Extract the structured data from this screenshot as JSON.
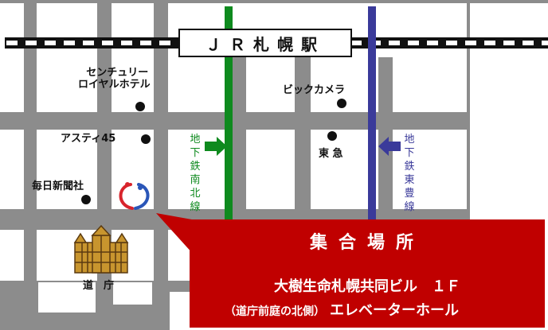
{
  "station": {
    "name": "ＪＲ札幌駅"
  },
  "landmarks": {
    "century_royal_hotel": [
      "センチュリー",
      "ロイヤルホテル"
    ],
    "bic_camera": "ビックカメラ",
    "asty45": "アスティ45",
    "tokyu": "東 急",
    "mainichi": "毎日新聞社",
    "dochou": "道　庁"
  },
  "subway": {
    "namboku": [
      "地",
      "下",
      "鉄",
      "南",
      "北",
      "線"
    ],
    "toho": [
      "地",
      "下",
      "鉄",
      "東",
      "豊",
      "線"
    ]
  },
  "colors": {
    "road": "#8c8c8c",
    "namboku": "#0e8a1e",
    "toho": "#3a3a9a",
    "callout": "#c00000",
    "building": "#c8952e"
  },
  "callout": {
    "title": "集合場所",
    "building": "大樹生命札幌共同ビル　１Ｆ",
    "location": "（道庁前庭の北側）",
    "place": "エレベーターホール"
  }
}
